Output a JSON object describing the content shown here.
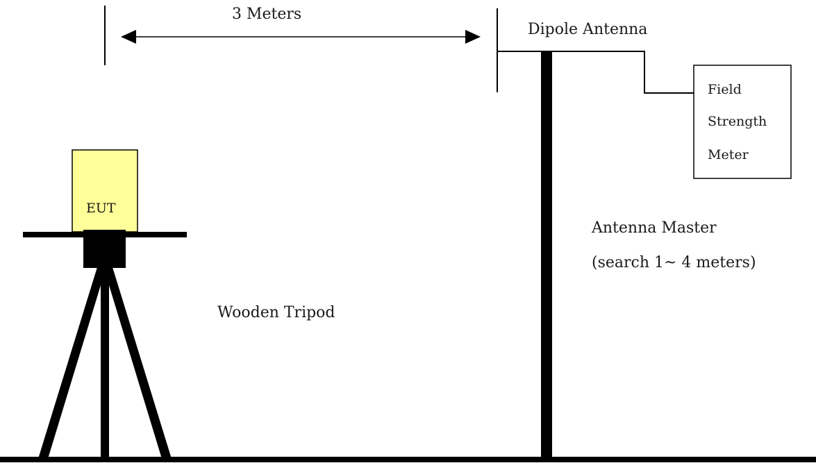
{
  "distance_label": "3 Meters",
  "antenna_label": "Dipole Antenna",
  "meter_label": [
    "Field",
    "Strength",
    "Meter"
  ],
  "eut_label": "EUT",
  "mast_label": [
    "Antenna Master",
    "(search 1~ 4 meters)"
  ],
  "tripod_label": "Wooden Tripod",
  "colors": {
    "line": "#000000",
    "eut_fill": "#ffff99",
    "background": "#ffffff"
  }
}
